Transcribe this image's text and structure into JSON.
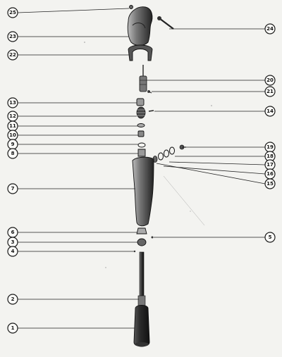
{
  "callouts": [
    {
      "id": "25",
      "label": "25"
    },
    {
      "id": "24",
      "label": "24"
    },
    {
      "id": "23",
      "label": "23"
    },
    {
      "id": "22",
      "label": "22"
    },
    {
      "id": "20",
      "label": "20"
    },
    {
      "id": "21",
      "label": "21"
    },
    {
      "id": "13",
      "label": "13"
    },
    {
      "id": "14",
      "label": "14"
    },
    {
      "id": "12",
      "label": "12"
    },
    {
      "id": "11",
      "label": "11"
    },
    {
      "id": "10",
      "label": "10"
    },
    {
      "id": "9",
      "label": "9"
    },
    {
      "id": "8",
      "label": "8"
    },
    {
      "id": "19",
      "label": "19"
    },
    {
      "id": "18",
      "label": "18"
    },
    {
      "id": "17",
      "label": "17"
    },
    {
      "id": "16",
      "label": "16"
    },
    {
      "id": "15",
      "label": "15"
    },
    {
      "id": "7",
      "label": "7"
    },
    {
      "id": "6",
      "label": "6"
    },
    {
      "id": "5",
      "label": "5"
    },
    {
      "id": "3",
      "label": "3"
    },
    {
      "id": "4",
      "label": "4"
    },
    {
      "id": "2",
      "label": "2"
    },
    {
      "id": "1",
      "label": "1"
    }
  ]
}
